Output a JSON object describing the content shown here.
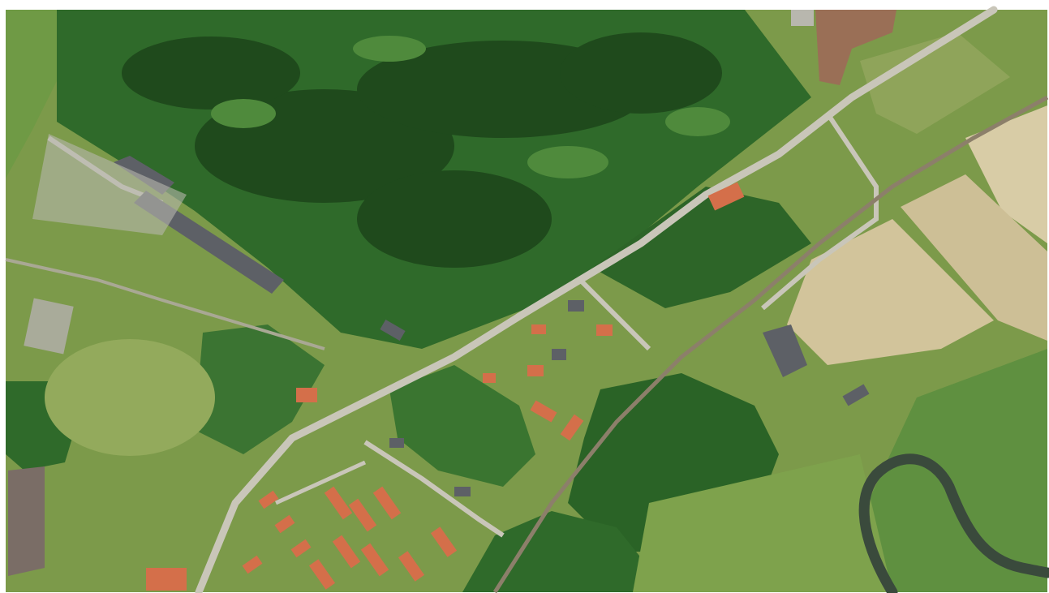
{
  "map": {
    "kind": "aerial-orthophoto",
    "labels": [],
    "features": [
      "forest",
      "river",
      "road",
      "railway",
      "residential-area",
      "industrial-buildings",
      "sports-field",
      "agricultural-fields"
    ],
    "colors": {
      "frame": "#ffffff",
      "forest_dark": "#1f4a1c",
      "forest": "#2f6a2a",
      "forest_light": "#4f8a3c",
      "meadow": "#7c9a4a",
      "meadow_light": "#93aa5c",
      "field_tan": "#cdbf96",
      "field_pale": "#d8cca6",
      "field_green": "#5f9040",
      "road": "#c9c6b9",
      "railway": "#8c7f6a",
      "roof_red": "#d46f4a",
      "roof_grey": "#5d6066",
      "river": "#3a4a3c",
      "paved": "#b8b7ae"
    }
  }
}
